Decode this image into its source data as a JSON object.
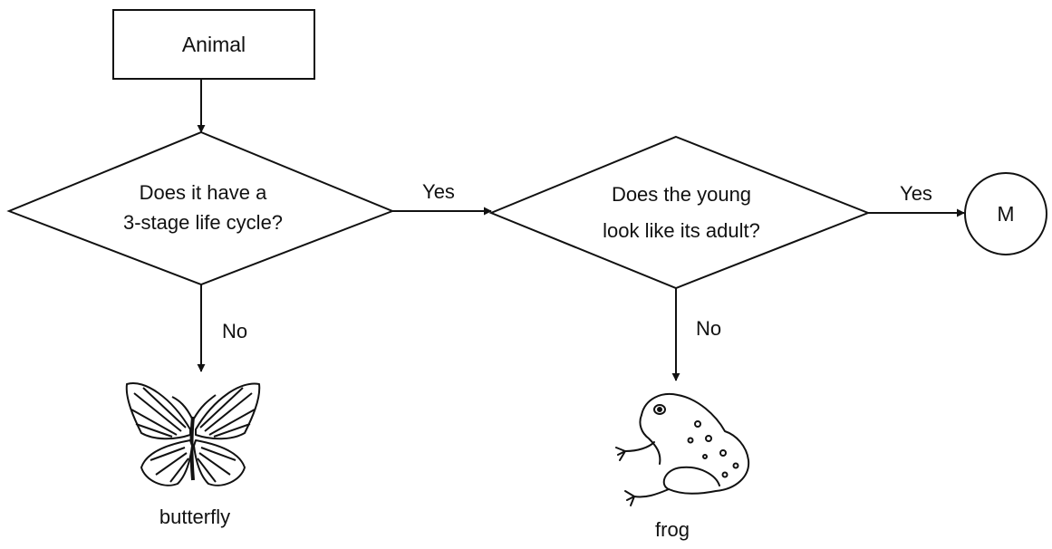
{
  "diagram": {
    "start_box": {
      "label": "Animal"
    },
    "decision_1": {
      "line1": "Does it have a",
      "line2": "3-stage life cycle?"
    },
    "decision_2": {
      "line1": "Does the young",
      "line2": "look like its adult?"
    },
    "edges": {
      "d1_yes": "Yes",
      "d1_no": "No",
      "d2_yes": "Yes",
      "d2_no": "No"
    },
    "terminal_circle": {
      "label": "M"
    },
    "outcomes": {
      "butterfly": "butterfly",
      "frog": "frog"
    }
  }
}
